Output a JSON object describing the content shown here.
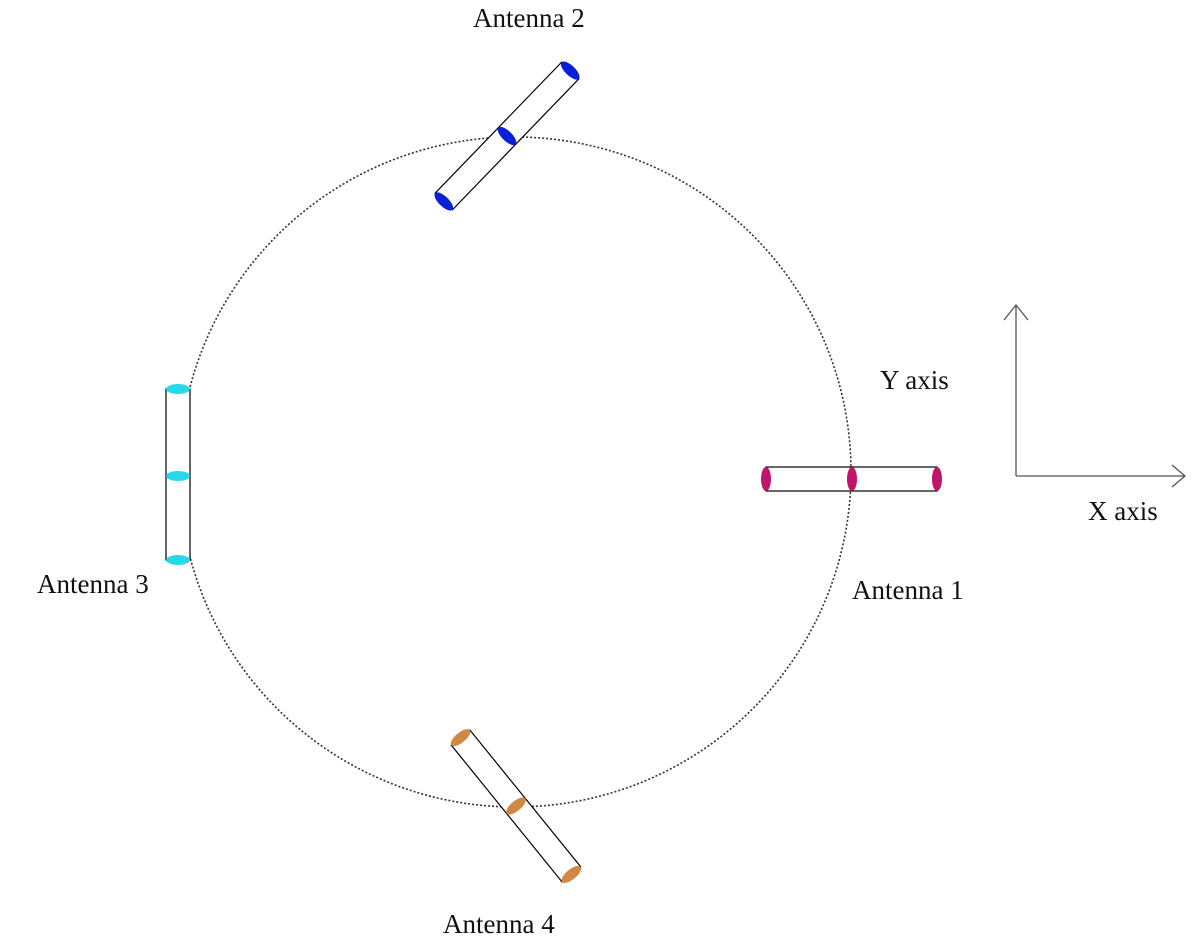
{
  "antennas": [
    {
      "label": "Antenna 1",
      "color": "#c0166a"
    },
    {
      "label": "Antenna 2",
      "color": "#0a1fd6"
    },
    {
      "label": "Antenna 3",
      "color": "#27d8e8"
    },
    {
      "label": "Antenna 4",
      "color": "#d08845"
    }
  ],
  "axes": {
    "x_label": "X axis",
    "y_label": "Y axis"
  },
  "colors": {
    "outline": "#000000",
    "circle": "#333333"
  }
}
